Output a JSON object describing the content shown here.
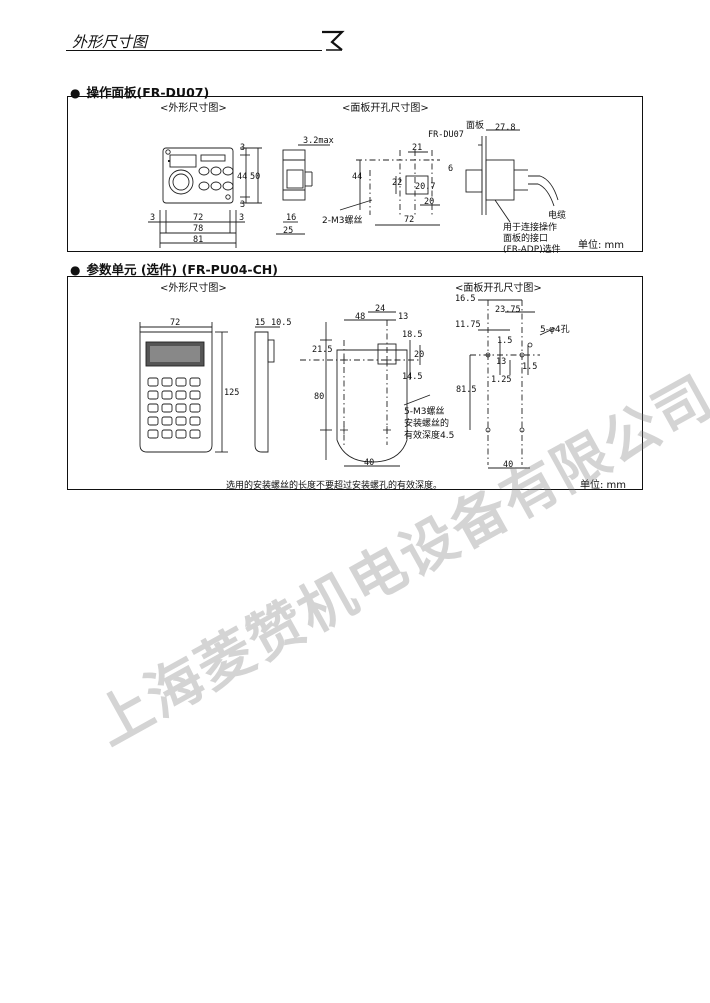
{
  "header": {
    "title": "外形尺寸图"
  },
  "section1": {
    "heading": "操作面板(FR-DU07)",
    "outline_caption": "<外形尺寸图>",
    "panel_cut_caption": "<面板开孔尺寸图>",
    "labels": {
      "du07": "FR-DU07",
      "panel": "面板",
      "cable": "电缆",
      "note_line1": "用于连接操作",
      "note_line2": "面板的接口",
      "note_line3": "(FR-ADP)选件",
      "screw": "2-M3螺丝"
    },
    "dims": {
      "d3a": "3",
      "d44": "44",
      "d50": "50",
      "d3b": "3",
      "d3c": "3",
      "d72": "72",
      "d3d": "3",
      "d78": "78",
      "d81": "81",
      "d32max": "3.2max",
      "d16": "16",
      "d25": "25",
      "d44b": "44",
      "d21": "21",
      "d22": "22",
      "d6": "6",
      "d207": "20.7",
      "d20": "20",
      "d72b": "72",
      "d278": "27.8"
    },
    "unit": "单位: mm"
  },
  "section2": {
    "heading": "参数单元 (选件) (FR-PU04-CH)",
    "outline_caption": "<外形尺寸图>",
    "panel_cut_caption": "<面板开孔尺寸图>",
    "labels": {
      "screw": "5-M3螺丝",
      "depth_line1": "安装螺丝的",
      "depth_line2": "有效深度4.5",
      "hole": "5-φ4孔"
    },
    "dims": {
      "d72": "72",
      "d15": "15",
      "d105": "10.5",
      "d125": "125",
      "d48": "48",
      "d24": "24",
      "d13": "13",
      "d215": "21.5",
      "d185": "18.5",
      "d20": "20",
      "d80": "80",
      "d145": "14.5",
      "d40": "40",
      "d165": "16.5",
      "d2375": "23.75",
      "d1175": "11.75",
      "d15b": "1.5",
      "d13b": "13",
      "d815": "81.5",
      "d125b": "1.25",
      "d15c": "1.5",
      "d40b": "40"
    },
    "note": "选用的安装螺丝的长度不要超过安装螺孔的有效深度。",
    "unit": "单位: mm"
  },
  "watermark": "上海菱赞机电设备有限公司"
}
